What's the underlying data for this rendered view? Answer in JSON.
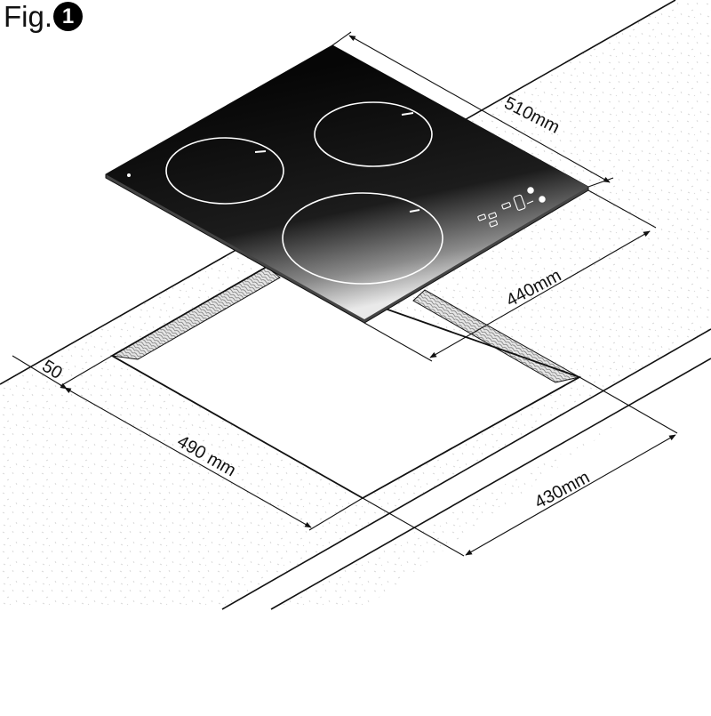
{
  "figure": {
    "prefix": "Fig.",
    "number": "1"
  },
  "dimensions": {
    "hob_width": "510mm",
    "hob_depth": "440mm",
    "edge_distance": "50",
    "cutout_width": "490 mm",
    "cutout_depth": "430mm"
  }
}
